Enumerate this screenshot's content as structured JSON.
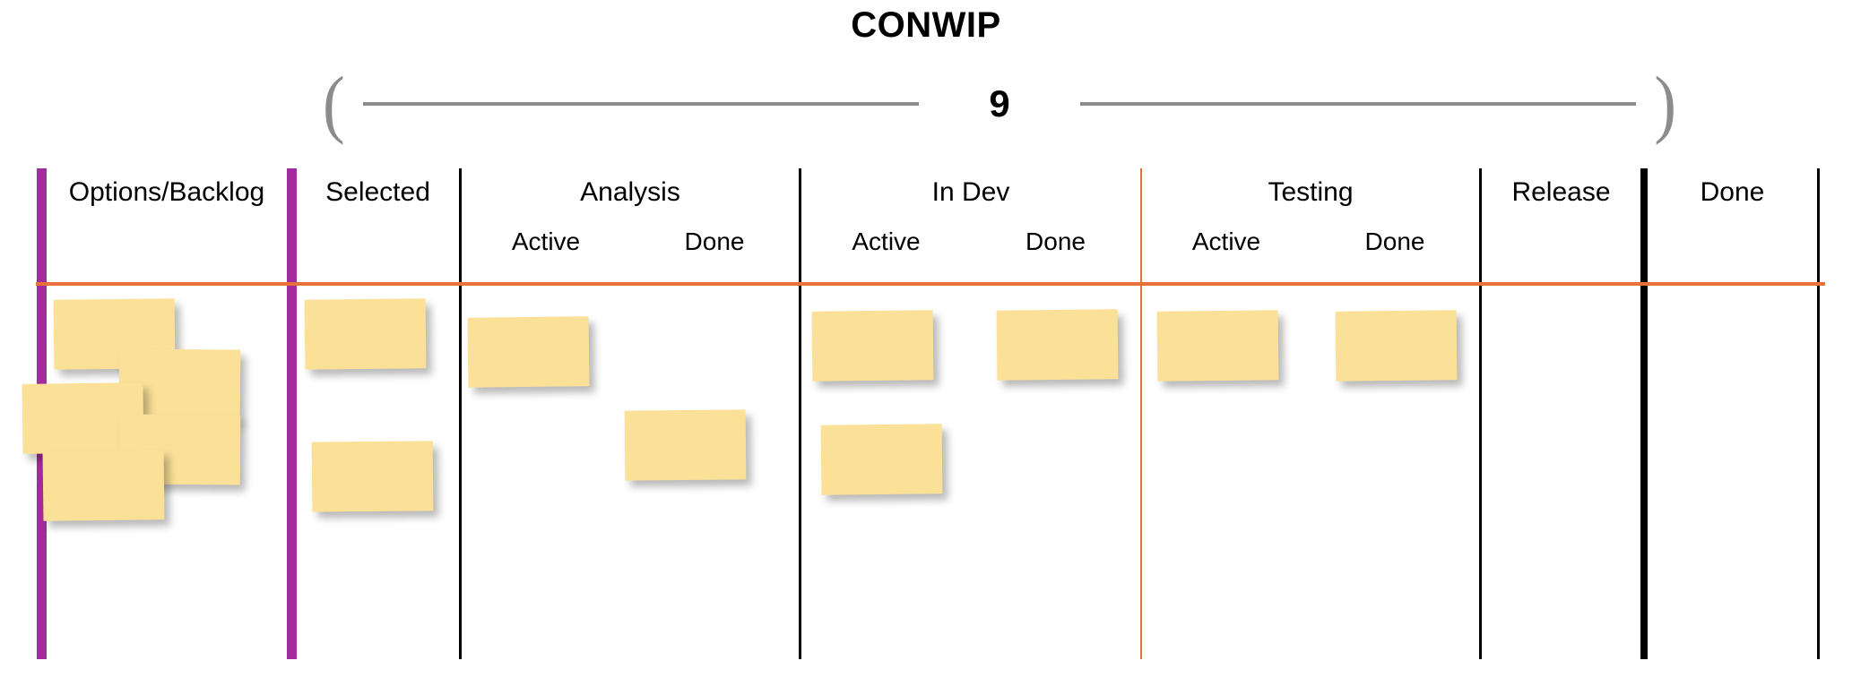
{
  "title": "CONWIP",
  "wip": {
    "bracket_left": "(",
    "bracket_right": ")",
    "limit": "9"
  },
  "colors": {
    "note": "#fbe198",
    "commitment_line": "#e8703a",
    "conwip_bars": "#a02ca0",
    "divider": "#000000",
    "bracket": "#8c8c8c"
  },
  "board": {
    "columns": [
      {
        "label": "Options/Backlog",
        "sub": [],
        "note_count": 5
      },
      {
        "label": "Selected",
        "sub": [],
        "note_count": 2
      },
      {
        "label": "Analysis",
        "sub": [
          "Active",
          "Done"
        ],
        "note_count": 2
      },
      {
        "label": "In Dev",
        "sub": [
          "Active",
          "Done"
        ],
        "note_count": 3
      },
      {
        "label": "Testing",
        "sub": [
          "Active",
          "Done"
        ],
        "note_count": 2
      },
      {
        "label": "Release",
        "sub": [],
        "note_count": 0
      },
      {
        "label": "Done",
        "sub": [],
        "note_count": 0
      }
    ]
  }
}
